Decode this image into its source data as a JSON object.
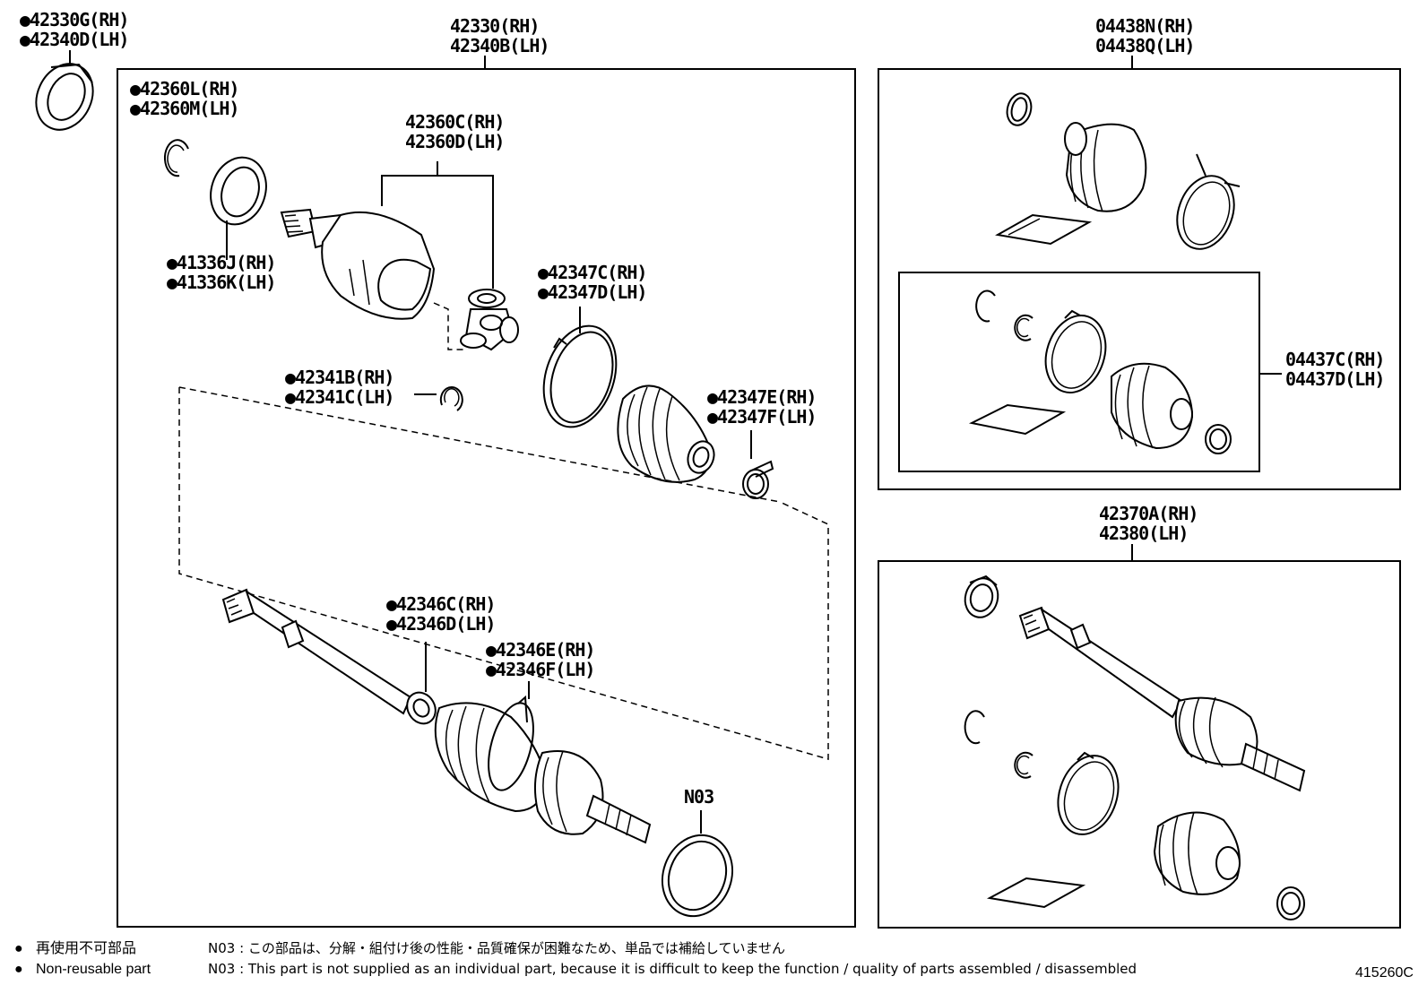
{
  "labels": {
    "outer_seal": [
      "●42330G(RH)",
      "●42340D(LH)"
    ],
    "main_assembly": [
      "42330(RH)",
      "42340B(LH)"
    ],
    "snap_ring_top": [
      "●42360L(RH)",
      "●42360M(LH)"
    ],
    "inboard_joint": [
      "42360C(RH)",
      "42360D(LH)"
    ],
    "dust_seal": [
      "●41336J(RH)",
      "●41336K(LH)"
    ],
    "boot_clamp_large": [
      "●42347C(RH)",
      "●42347D(LH)"
    ],
    "snap_ring_mid": [
      "●42341B(RH)",
      "●42341C(LH)"
    ],
    "boot_clamp_small": [
      "●42347E(RH)",
      "●42347F(LH)"
    ],
    "clamp_shaft_a": [
      "●42346C(RH)",
      "●42346D(LH)"
    ],
    "clamp_shaft_b": [
      "●42346E(RH)",
      "●42346F(LH)"
    ],
    "n03": "N03",
    "boot_kit_outer": [
      "04438N(RH)",
      "04438Q(LH)"
    ],
    "boot_kit_inner": [
      "04437C(RH)",
      "04437D(LH)"
    ],
    "outboard_assembly": [
      "42370A(RH)",
      "42380(LH)"
    ]
  },
  "legend": {
    "bullet": "●",
    "jp": "再使用不可部品",
    "en": "Non-reusable part"
  },
  "notes": {
    "jp": "N03 : この部品は、分解・組付け後の性能・品質確保が困難なため、単品では補給していません",
    "en": "N03 : This part is not supplied as an individual part, because it is difficult to keep the function / quality of parts  assembled / disassembled"
  },
  "drawing_number": "415260C"
}
